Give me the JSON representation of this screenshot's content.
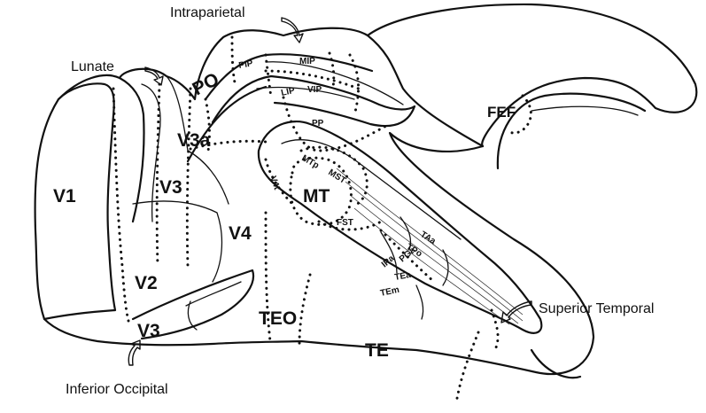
{
  "areas": {
    "v1": "V1",
    "v2": "V2",
    "v3_dorsal": "V3",
    "v3_ventral": "V3",
    "v3a": "V3a",
    "v4": "V4",
    "po": "PO",
    "pip": "PIP",
    "mip": "MIP",
    "lip": "LIP",
    "vip": "VIP",
    "pp": "PP",
    "fef": "FEF",
    "mt": "MT",
    "mst": "MST",
    "mtp": "MTp",
    "fst": "FST",
    "v4t": "V4t",
    "teo": "TEO",
    "te": "TE",
    "taa": "TAa",
    "tpo": "TPo",
    "ipa": "IPa",
    "pga": "PGa",
    "tea": "TEa",
    "tem": "TEm"
  },
  "sulci": {
    "intraparietal": "Intraparietal",
    "lunate": "Lunate",
    "superior_temporal": "Superior Temporal",
    "inferior_occipital": "Inferior Occipital"
  }
}
